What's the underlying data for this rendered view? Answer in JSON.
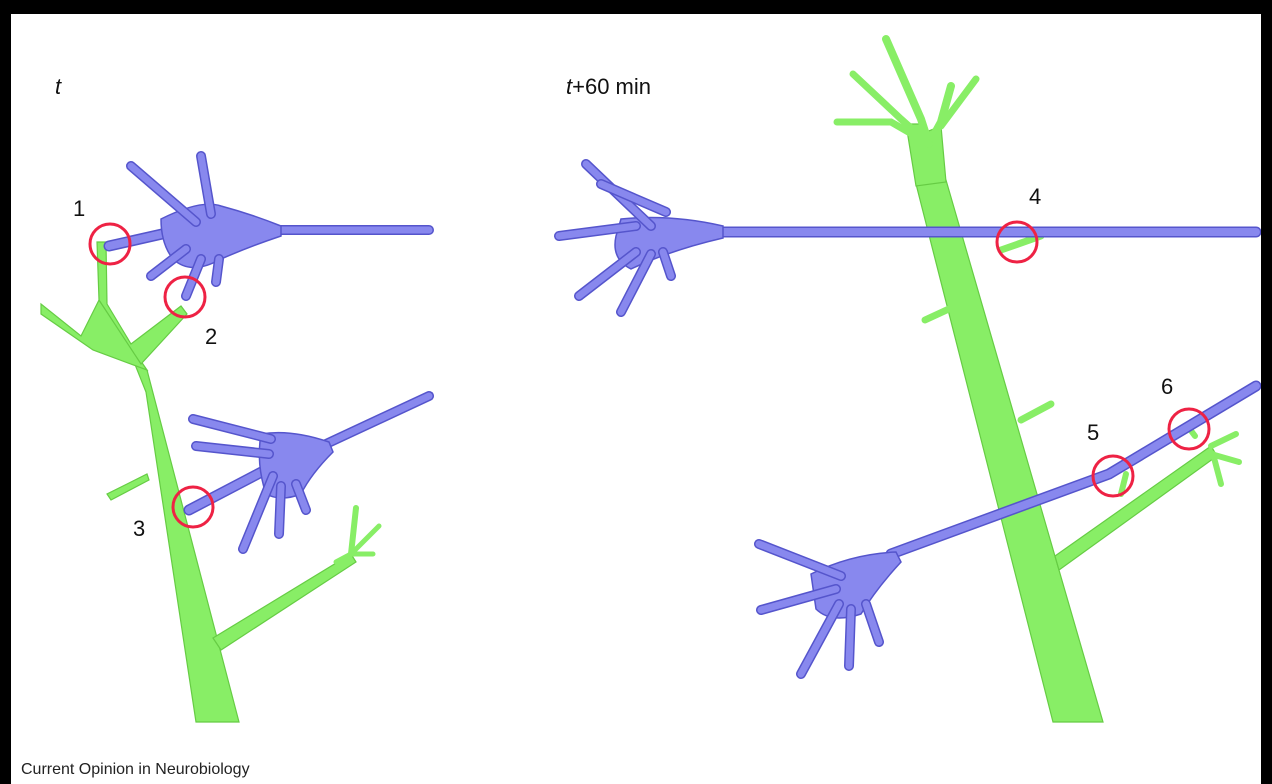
{
  "panels": {
    "left": {
      "title_italic": "t",
      "title_rest": ""
    },
    "right": {
      "title_italic": "t",
      "title_rest": "+60 min"
    }
  },
  "synapse_labels": [
    "1",
    "2",
    "3",
    "4",
    "5",
    "6"
  ],
  "credit": "Current Opinion in Neurobiology",
  "colors": {
    "dendrite": "#88ee66",
    "axon": "#8888ee",
    "synapse_ring": "#ee2244",
    "frame": "#000000"
  }
}
